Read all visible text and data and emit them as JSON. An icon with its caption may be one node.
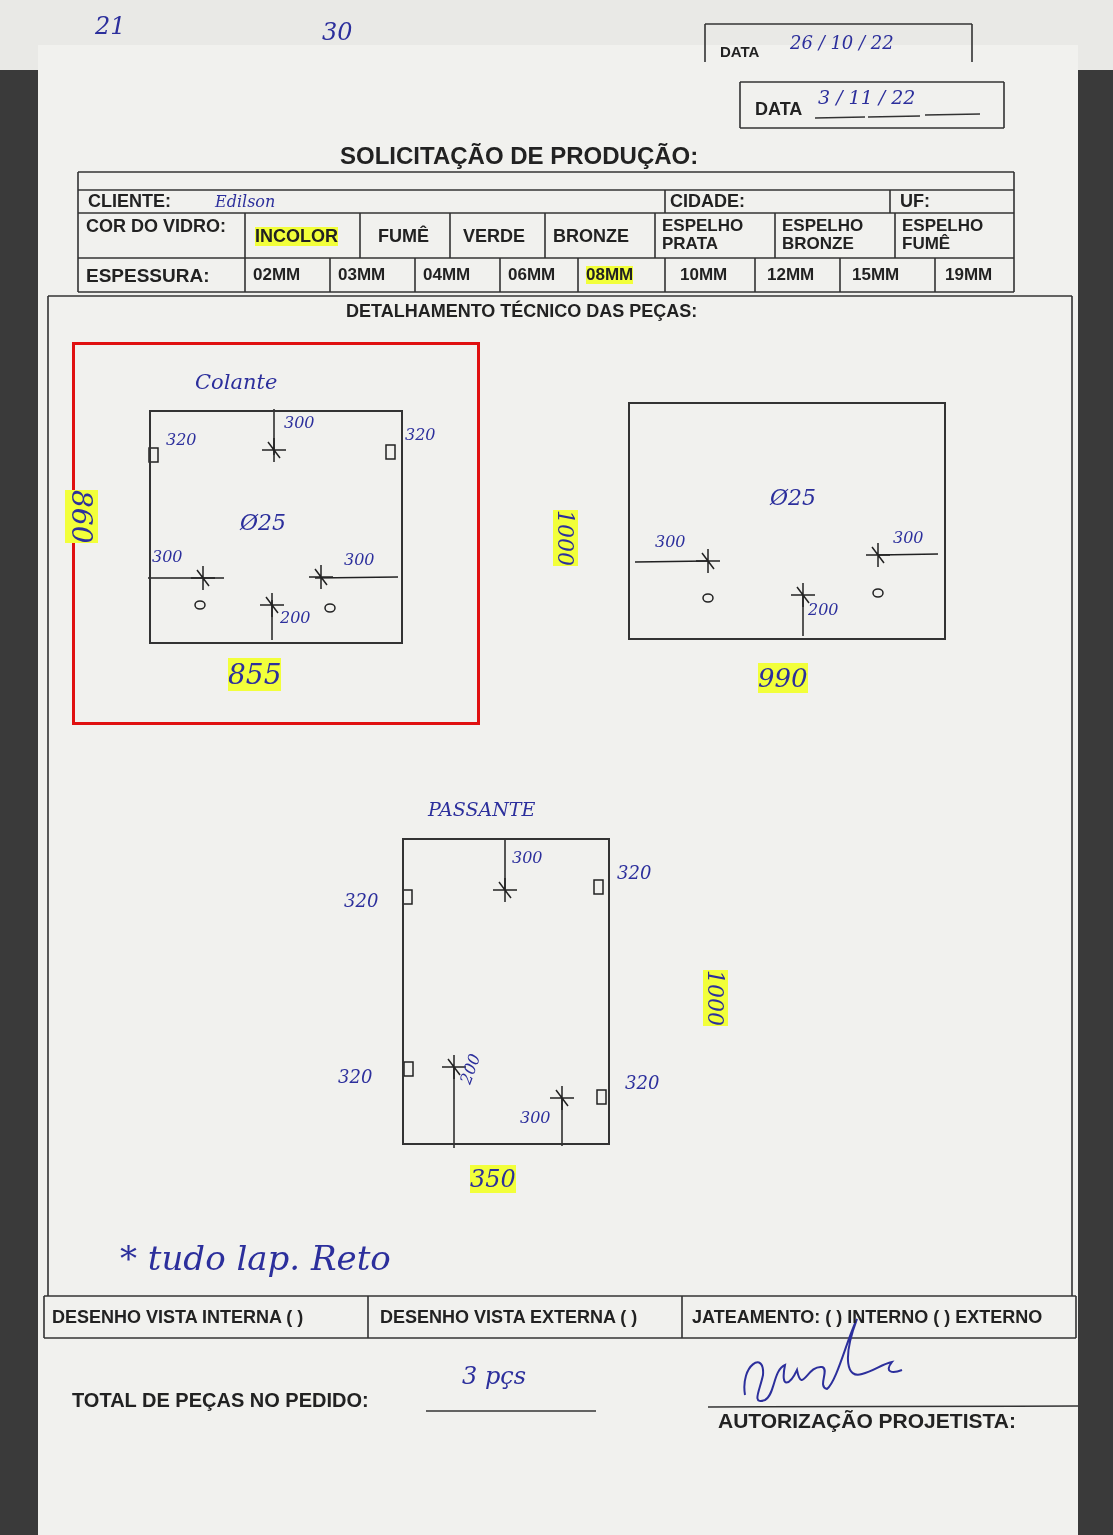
{
  "diagram": {
    "title": "SOLICITAÇÃO DE PRODUÇÃO:",
    "nodes": [
      {
        "text": [],
        "shape": "box"
      },
      {
        "text": [],
        "shape": "box",
        "in": 0
      },
      {
        "text": [],
        "shape": "box"
      },
      {
        "text": [],
        "shape": "box"
      }
    ],
    "labels": [
      "21",
      "30",
      "DATA",
      "26 / 10 / 22",
      "DATA",
      "3 / 11 / 22",
      "CLIENTE:",
      "Edilson",
      "CIDADE:",
      "UF:",
      "COR DO VIDRO:",
      "INCOLOR",
      "FUMÊ",
      "VERDE",
      "BRONZE",
      "ESPELHO PRATA",
      "ESPELHO BRONZE",
      "ESPELHO FUMÊ",
      "ESPESSURA:",
      "02MM",
      "03MM",
      "04MM",
      "06MM",
      "08MM",
      "10MM",
      "12MM",
      "15MM",
      "19MM",
      "DETALHAMENTO TÉCNICO DAS PEÇAS:",
      "Colante",
      "860",
      "320",
      "300",
      "320",
      "Ø25",
      "300",
      "300",
      "200",
      "855",
      "1000",
      "Ø25",
      "300",
      "300",
      "200",
      "990",
      "PASSANTE",
      "300",
      "320",
      "320",
      "1000",
      "320",
      "200",
      "320",
      "300",
      "350",
      "* tudo lap. Reto",
      "DESENHO VISTA INTERNA ( )",
      "DESENHO VISTA EXTERNA ( )",
      "JATEAMENTO: ( ) INTERNO ( ) EXTERNO",
      "TOTAL DE PEÇAS NO PEDIDO:",
      "3 pçs",
      "AUTORIZAÇÃO PROJETISTA:"
    ]
  }
}
